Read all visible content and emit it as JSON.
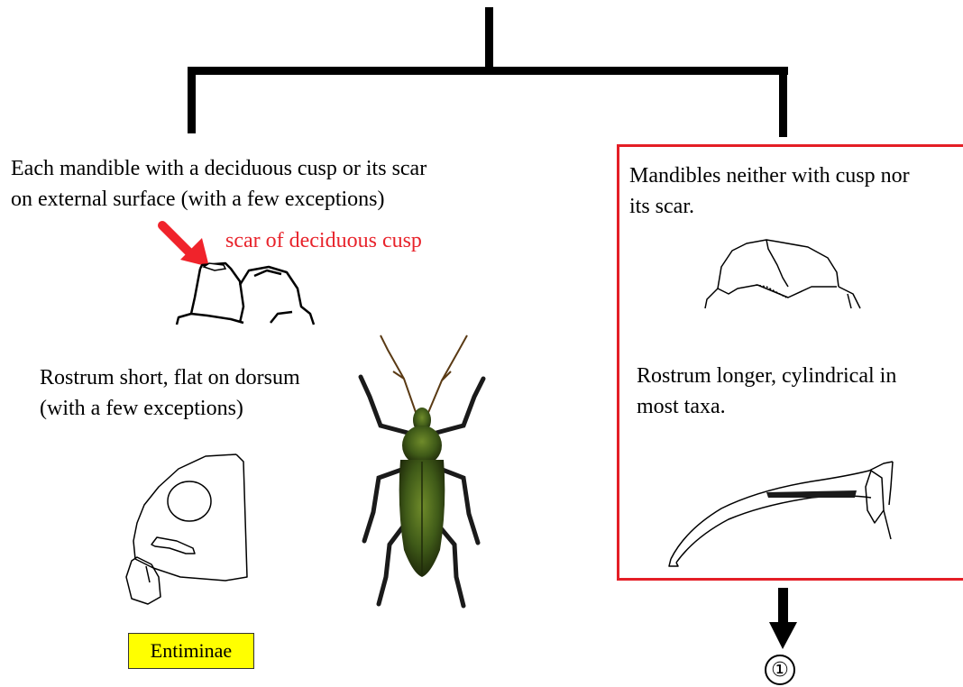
{
  "left_branch": {
    "description_line1": "Each mandible with a deciduous cusp or its scar",
    "description_line2": "on external surface (with a few exceptions)",
    "scar_label": "scar of deciduous cusp",
    "rostrum_line1": "Rostrum short, flat on dorsum",
    "rostrum_line2": "(with a few exceptions)",
    "result_label": "Entiminae",
    "result_color": "#ffff00"
  },
  "right_branch": {
    "description_line1": "Mandibles neither with cusp nor",
    "description_line2": "its scar.",
    "rostrum_line1": "Rostrum longer, cylindrical in",
    "rostrum_line2": "most taxa.",
    "next_step": "①",
    "highlight_color": "#e41e26"
  },
  "accent_arrow_color": "#f0232b"
}
